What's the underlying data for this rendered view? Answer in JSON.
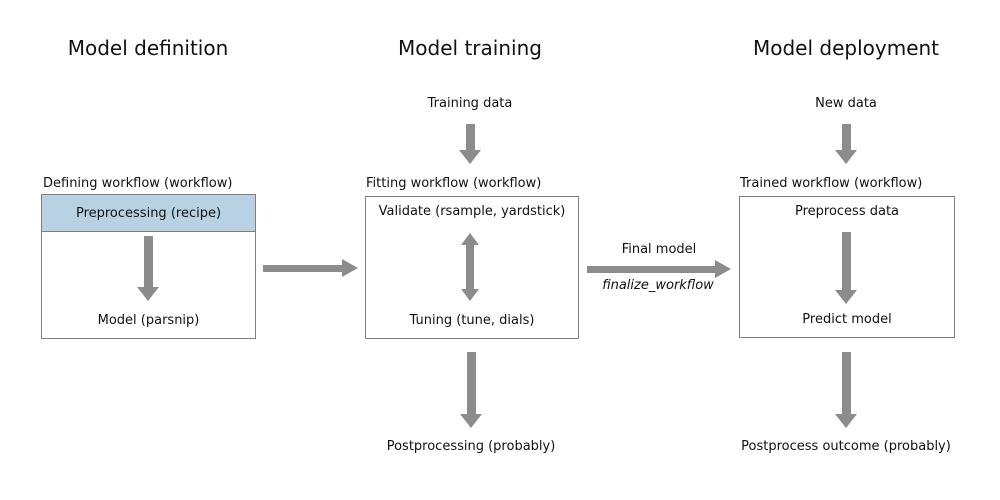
{
  "colors": {
    "background": "#ffffff",
    "text_color": "#111111",
    "arrow_gray": "#8c8c8c",
    "box_border": "#7f7f7f",
    "header_blue": "#b8d2e4"
  },
  "definition": {
    "title": "Model definition",
    "workflow_label": "Defining workflow (workflow)",
    "box_top": "Preprocessing (recipe)",
    "box_bottom": "Model (parsnip)"
  },
  "training": {
    "title": "Model training",
    "input_label": "Training data",
    "workflow_label": "Fitting workflow (workflow)",
    "box_top": "Validate (rsample, yardstick)",
    "box_bottom": "Tuning (tune, dials)",
    "output_label": "Postprocessing (probably)"
  },
  "deployment": {
    "title": "Model deployment",
    "input_label": "New data",
    "workflow_label": "Trained workflow (workflow)",
    "box_top": "Preprocess data",
    "box_bottom": "Predict model",
    "output_label": "Postprocess outcome (probably)"
  },
  "final_model_transition": {
    "label_top": "Final model",
    "label_bottom": "finalize_workflow"
  }
}
